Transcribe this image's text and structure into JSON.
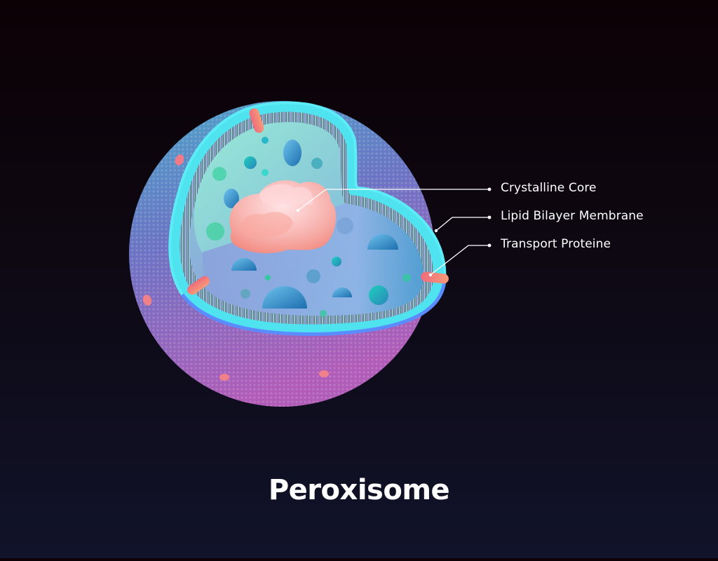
{
  "title": "Peroxisome",
  "labels": [
    {
      "id": "crystalline-core",
      "text": "Crystalline Core"
    },
    {
      "id": "lipid-bilayer-membrane",
      "text": "Lipid Bilayer Membrane"
    },
    {
      "id": "transport-proteine",
      "text": "Transport Proteine"
    }
  ],
  "colors": {
    "background_top": "#0c0105",
    "background_bottom": "#11132a",
    "outer_sphere_top": "#4aa0c8",
    "outer_sphere_bottom": "#a457b8",
    "membrane_edge": "#4fe3f0",
    "membrane_edge_lower": "#5a8cff",
    "core": "#f6a8a0",
    "vesicle": "#2a8cc4",
    "transport_protein": "#e8707a",
    "leader_line": "#ffffff"
  }
}
